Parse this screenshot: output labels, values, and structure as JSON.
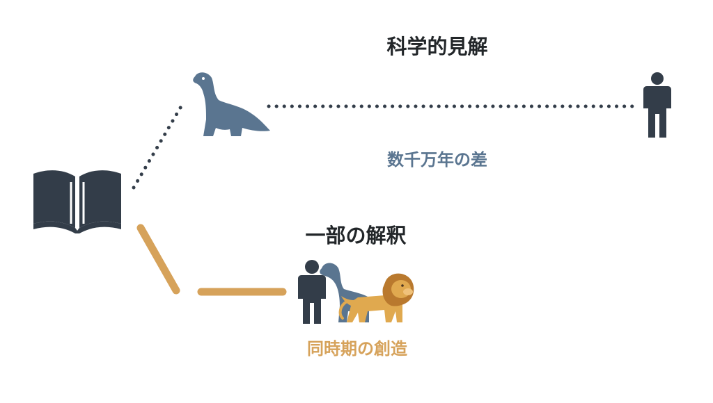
{
  "labels": {
    "scientific_view": "科学的見解",
    "time_gap": "数千万年の差",
    "partial_interpretation": "一部の解釈",
    "simultaneous_creation": "同時期の創造"
  },
  "icons": {
    "source": "open-book-icon",
    "dinosaur": "dinosaur-icon",
    "human": "person-icon",
    "lion": "lion-icon"
  },
  "colors": {
    "dark": "#333d49",
    "slate_blue": "#5a7590",
    "gold": "#d6a25a",
    "lion": "#e0a94f"
  }
}
